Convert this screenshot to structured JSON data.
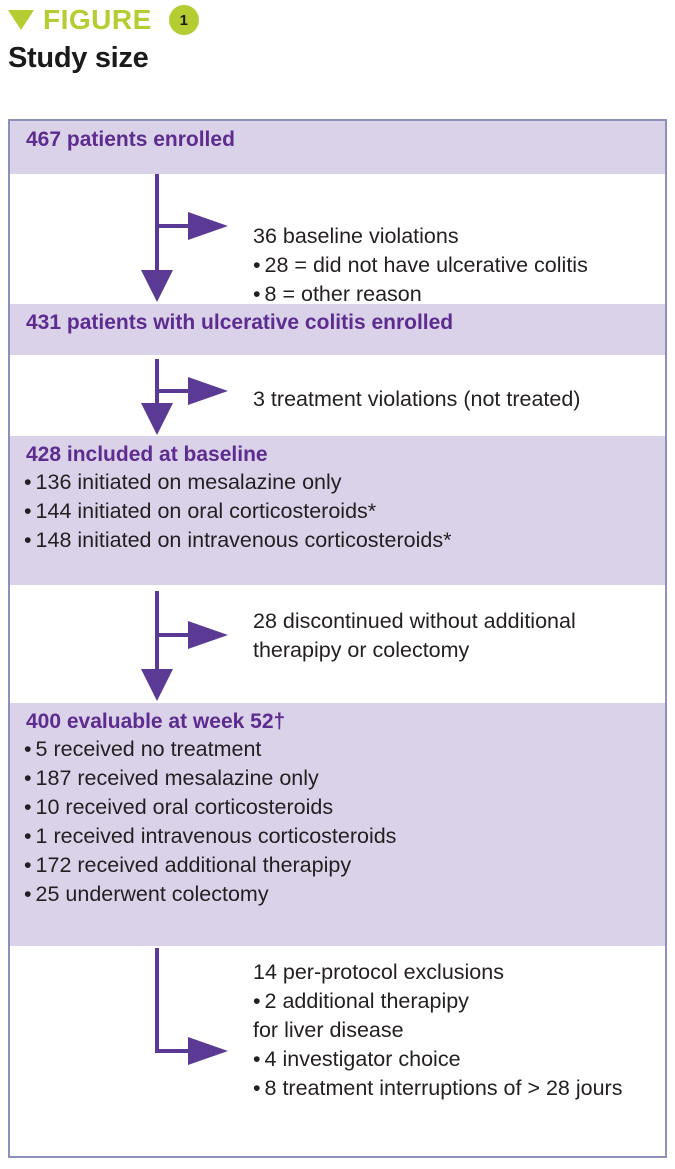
{
  "header": {
    "triangle_icon": "triangle-down-icon",
    "figure_label": "FIGURE",
    "figure_number": "1",
    "title": "Study size",
    "accent_color": "#b6cc33",
    "node_fill": "#d9d2e9",
    "node_title_color": "#5e2b8f",
    "arrow_color": "#5b3a96",
    "frame_border_color": "#8d90b8"
  },
  "flow": {
    "nodes": [
      {
        "title": "467 patients enrolled",
        "items": []
      },
      {
        "title": "431 patients with ulcerative colitis enrolled",
        "items": []
      },
      {
        "title": "428 included at baseline",
        "items": [
          "136 initiated on mesalazine only",
          "144 initiated on oral corticosteroids*",
          "148 initiated on intravenous corticosteroids*"
        ]
      },
      {
        "title": "400 evaluable at week 52†",
        "items": [
          "5 received no treatment",
          "187 received mesalazine only",
          "10 received oral corticosteroids",
          "1 received intravenous corticosteroids",
          "172 received additional therapipy",
          "25 underwent colectomy"
        ]
      }
    ],
    "connectors": [
      {
        "heading": "36 baseline violations",
        "items": [
          "28 = did not have ulcerative colitis",
          "8 = other reason"
        ],
        "has_down_arrow": true
      },
      {
        "heading": "3 treatment violations (not treated)",
        "items": [],
        "has_down_arrow": true
      },
      {
        "heading": "28 discontinued without additional",
        "items": [],
        "continuation": "therapipy or colectomy",
        "has_down_arrow": true
      },
      {
        "heading": "14 per-protocol exclusions",
        "items": [
          "2 additional therapipy"
        ],
        "continuation": "for liver disease",
        "items2": [
          "4 investigator choice",
          "8 treatment interruptions of > 28 jours"
        ],
        "has_down_arrow": false
      }
    ]
  }
}
